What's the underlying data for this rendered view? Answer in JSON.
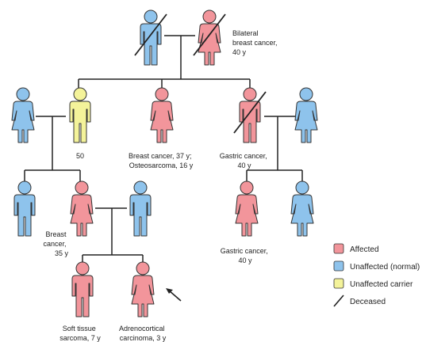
{
  "colors": {
    "affected": "#f2959b",
    "unaffected": "#8ec3ec",
    "carrier": "#f4f39a",
    "outline": "#333333"
  },
  "people": [
    {
      "id": "gen1-father",
      "sex": "male",
      "status": "unaffected",
      "deceased": true
    },
    {
      "id": "gen1-mother",
      "sex": "female",
      "status": "affected",
      "deceased": true
    },
    {
      "id": "gen2-wife",
      "sex": "female",
      "status": "unaffected",
      "deceased": false
    },
    {
      "id": "gen2-son",
      "sex": "male",
      "status": "carrier",
      "deceased": false
    },
    {
      "id": "gen2-daughter",
      "sex": "female",
      "status": "affected",
      "deceased": false
    },
    {
      "id": "gen2-son-gastric",
      "sex": "male",
      "status": "affected",
      "deceased": true
    },
    {
      "id": "gen2-wife-2",
      "sex": "female",
      "status": "unaffected",
      "deceased": false
    },
    {
      "id": "gen3-son",
      "sex": "male",
      "status": "unaffected",
      "deceased": false
    },
    {
      "id": "gen3-daughter",
      "sex": "female",
      "status": "affected",
      "deceased": false
    },
    {
      "id": "gen3-husband",
      "sex": "male",
      "status": "unaffected",
      "deceased": false
    },
    {
      "id": "gen3-daughter-gastric",
      "sex": "female",
      "status": "affected",
      "deceased": false
    },
    {
      "id": "gen3-daughter-2",
      "sex": "female",
      "status": "unaffected",
      "deceased": false
    },
    {
      "id": "gen4-son",
      "sex": "male",
      "status": "affected",
      "deceased": false
    },
    {
      "id": "gen4-daughter-proband",
      "sex": "female",
      "status": "affected",
      "deceased": false
    }
  ],
  "labels": {
    "gen1_mother": [
      "Bilateral",
      "breast cancer,",
      "40 y"
    ],
    "gen2_son_age": [
      "50"
    ],
    "gen2_daughter": [
      "Breast cancer, 37 y;",
      "Osteosarcoma, 16 y"
    ],
    "gen2_son_gastric": [
      "Gastric cancer,",
      "40 y"
    ],
    "gen3_daughter": [
      "Breast",
      "cancer,",
      "35 y"
    ],
    "gen3_daughter_gastric": [
      "Gastric cancer,",
      "40 y"
    ],
    "gen4_son": [
      "Soft tissue",
      "sarcoma, 7 y"
    ],
    "gen4_daughter": [
      "Adrenocortical",
      "carcinoma, 3 y"
    ]
  },
  "legend": [
    {
      "label": "Affected",
      "status": "affected"
    },
    {
      "label": "Unaffected (normal)",
      "status": "unaffected"
    },
    {
      "label": "Unaffected carrier",
      "status": "carrier"
    },
    {
      "label": "Deceased",
      "status": "deceased"
    }
  ],
  "proband_marker": "arrow-icon"
}
